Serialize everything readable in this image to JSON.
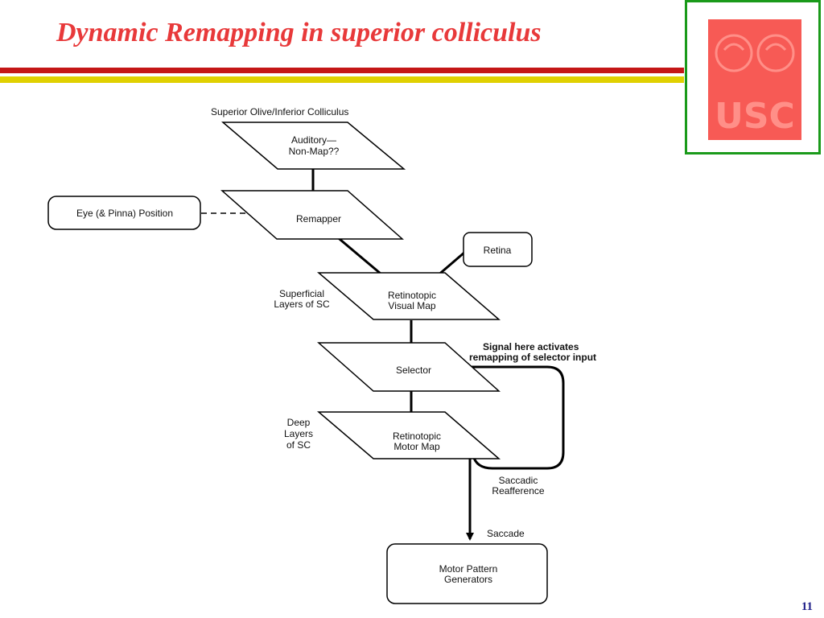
{
  "slide": {
    "title": "Dynamic Remapping in superior colliculus",
    "page_number": "11",
    "logo_text": "USC",
    "colors": {
      "title": "#e8393a",
      "band_red": "#c41616",
      "band_yellow": "#e0d000",
      "logo_frame": "#1a9a1a",
      "logo_fill": "#f75a55",
      "page_number": "#20208a"
    }
  },
  "diagram": {
    "source_label": "Superior Olive/Inferior Colliculus",
    "auditory": [
      "Auditory—",
      "Non-Map??"
    ],
    "eye_position": "Eye (& Pinna) Position",
    "remapper": "Remapper",
    "retina": "Retina",
    "superficial_label": [
      "Superficial",
      "Layers of SC"
    ],
    "visual_map": [
      "Retinotopic",
      "Visual Map"
    ],
    "signal_note": [
      "Signal here activates",
      "remapping of selector input"
    ],
    "selector": "Selector",
    "deep_label": [
      "Deep",
      "Layers",
      "of SC"
    ],
    "motor_map": [
      "Retinotopic",
      "Motor Map"
    ],
    "reafference": [
      "Saccadic",
      "Reafference"
    ],
    "saccade": "Saccade",
    "generators": [
      "Motor Pattern",
      "Generators"
    ]
  }
}
